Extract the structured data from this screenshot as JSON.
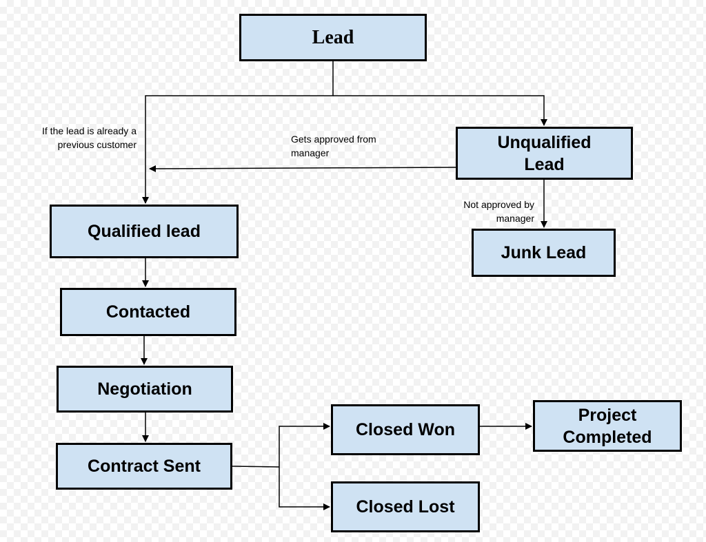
{
  "nodes": {
    "lead": "Lead",
    "unqualified_lead": "Unqualified Lead",
    "qualified_lead": "Qualified lead",
    "junk_lead": "Junk Lead",
    "contacted": "Contacted",
    "negotiation": "Negotiation",
    "contract_sent": "Contract Sent",
    "closed_won": "Closed Won",
    "closed_lost": "Closed Lost",
    "project_completed": "Project Completed"
  },
  "edge_labels": {
    "previous_customer": "If the lead is already a previous customer",
    "approved_by_manager": "Gets approved from manager",
    "not_approved_by_manager": "Not approved by manager"
  },
  "colors": {
    "node_fill": "#cfe2f3",
    "node_border": "#000000",
    "connector": "#000000"
  }
}
